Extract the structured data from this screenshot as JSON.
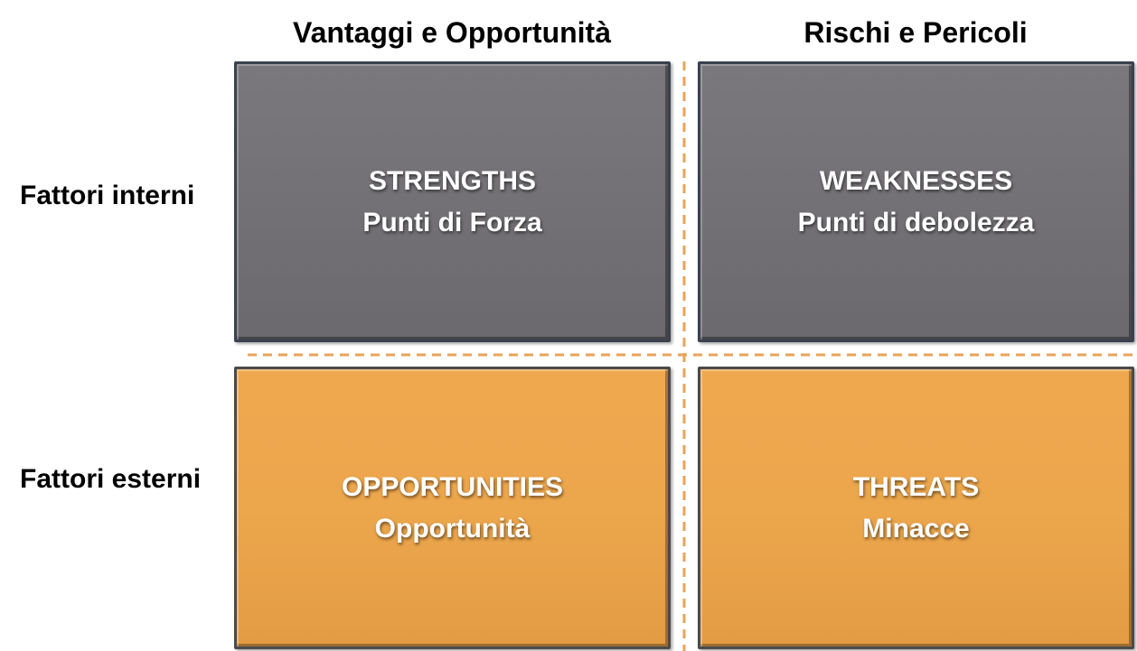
{
  "columns": {
    "left": "Vantaggi e Opportunità",
    "right": "Rischi e Pericoli"
  },
  "rows": {
    "top": "Fattori interni",
    "bottom": "Fattori esterni"
  },
  "quadrants": {
    "strengths": {
      "title": "STRENGTHS",
      "subtitle": "Punti di Forza",
      "color": "#737175"
    },
    "weaknesses": {
      "title": "WEAKNESSES",
      "subtitle": "Punti di debolezza",
      "color": "#737175"
    },
    "opportunities": {
      "title": "OPPORTUNITIES",
      "subtitle": "Opportunità",
      "color": "#eca64c"
    },
    "threats": {
      "title": "THREATS",
      "subtitle": "Minacce",
      "color": "#eca64c"
    }
  },
  "divider_color": "#e8a45a"
}
